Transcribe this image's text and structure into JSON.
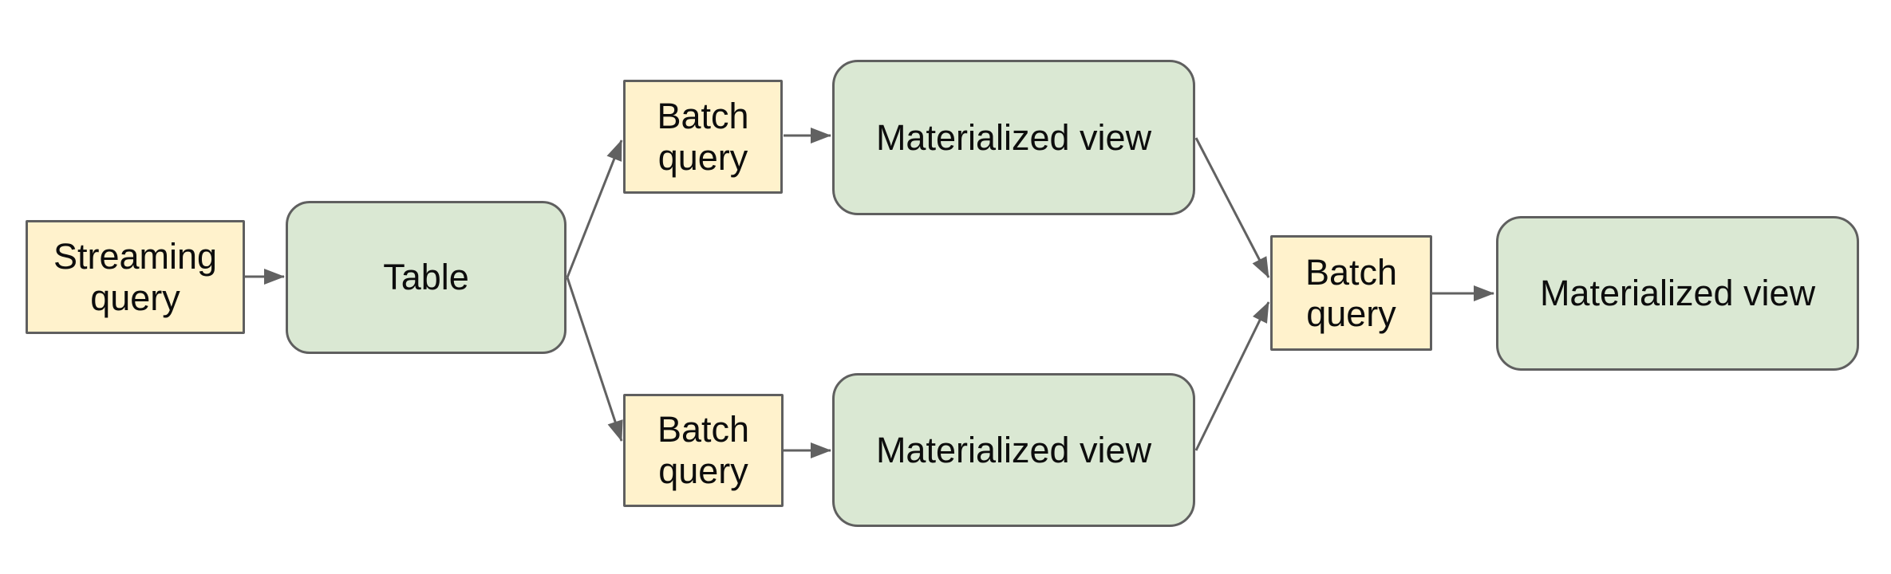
{
  "diagram": {
    "nodes": [
      {
        "id": "streaming-query",
        "label": "Streaming query",
        "kind": "query"
      },
      {
        "id": "table",
        "label": "Table",
        "kind": "storage"
      },
      {
        "id": "batch-query-top",
        "label": "Batch query",
        "kind": "query"
      },
      {
        "id": "materialized-view-top",
        "label": "Materialized view",
        "kind": "storage"
      },
      {
        "id": "batch-query-bottom",
        "label": "Batch query",
        "kind": "query"
      },
      {
        "id": "materialized-view-bottom",
        "label": "Materialized view",
        "kind": "storage"
      },
      {
        "id": "batch-query-right",
        "label": "Batch query",
        "kind": "query"
      },
      {
        "id": "materialized-view-right",
        "label": "Materialized view",
        "kind": "storage"
      }
    ],
    "edges": [
      {
        "from": "streaming-query",
        "to": "table"
      },
      {
        "from": "table",
        "to": "batch-query-top"
      },
      {
        "from": "table",
        "to": "batch-query-bottom"
      },
      {
        "from": "batch-query-top",
        "to": "materialized-view-top"
      },
      {
        "from": "batch-query-bottom",
        "to": "materialized-view-bottom"
      },
      {
        "from": "materialized-view-top",
        "to": "batch-query-right"
      },
      {
        "from": "materialized-view-bottom",
        "to": "batch-query-right"
      },
      {
        "from": "batch-query-right",
        "to": "materialized-view-right"
      }
    ],
    "colors": {
      "query_fill": "#fff2cc",
      "storage_fill": "#dae8d3",
      "node_border": "#5f5f5f",
      "connector": "#616161",
      "text": "#0d0d0d",
      "background": "#ffffff"
    }
  }
}
